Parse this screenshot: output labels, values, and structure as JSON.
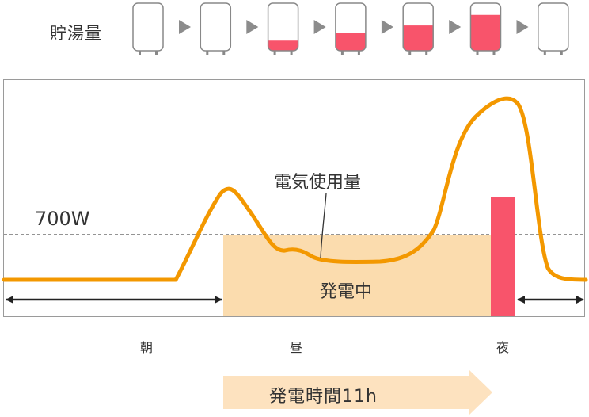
{
  "header": {
    "tank_label": "貯湯量",
    "tank_levels": [
      0,
      0,
      0.22,
      0.38,
      0.55,
      0.78,
      0
    ]
  },
  "chart": {
    "threshold_label": "700W",
    "usage_label": "電気使用量",
    "generating_label": "発電中",
    "times": {
      "morning": "朝",
      "noon": "昼",
      "night": "夜"
    },
    "duration_label": "発電時間11h"
  },
  "colors": {
    "usage_line": "#f39800",
    "generation_fill": "#fbdcae",
    "hot_water": "#f8546b",
    "arrow_fill": "#fde2bf",
    "outline": "#888888"
  }
}
